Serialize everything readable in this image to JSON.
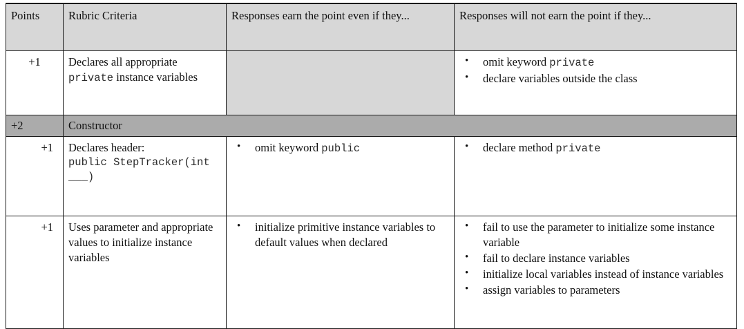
{
  "table": {
    "columns": [
      {
        "key": "points",
        "label": "Points"
      },
      {
        "key": "criteria",
        "label": "Rubric Criteria"
      },
      {
        "key": "earn",
        "label": "Responses earn the point even if they..."
      },
      {
        "key": "notearn",
        "label": "Responses will not earn the point if they..."
      }
    ],
    "rows": [
      {
        "kind": "criteria",
        "points": "+1",
        "points_align": "center",
        "criteria_lead": "Declares all appropriate ",
        "criteria_code": "private",
        "criteria_tail": " instance variables",
        "earn_shaded": true,
        "earn_bullets": [],
        "notearn_bullets": [
          {
            "text_before": "omit keyword ",
            "code": "private",
            "text_after": ""
          },
          {
            "text_before": "declare variables outside the class",
            "code": "",
            "text_after": ""
          }
        ]
      },
      {
        "kind": "section",
        "points": "+2",
        "title": "Constructor"
      },
      {
        "kind": "criteria",
        "points": "+1",
        "points_align": "right",
        "criteria_lead": "Declares header:",
        "criteria_code_block": "public StepTracker(int ___)",
        "earn_shaded": false,
        "earn_bullets": [
          {
            "text_before": "omit keyword ",
            "code": "public",
            "text_after": ""
          }
        ],
        "notearn_bullets": [
          {
            "text_before": "declare method ",
            "code": "private",
            "text_after": ""
          }
        ]
      },
      {
        "kind": "criteria",
        "points": "+1",
        "points_align": "right",
        "criteria_lead": "Uses parameter and appropriate values to initialize instance variables",
        "earn_shaded": false,
        "earn_bullets": [
          {
            "text_before": "initialize primitive instance variables to default values when declared",
            "code": "",
            "text_after": ""
          }
        ],
        "notearn_bullets": [
          {
            "text_before": "fail to use the parameter to initialize some instance variable",
            "code": "",
            "text_after": ""
          },
          {
            "text_before": "fail to declare instance variables",
            "code": "",
            "text_after": ""
          },
          {
            "text_before": "initialize local variables instead of instance variables",
            "code": "",
            "text_after": ""
          },
          {
            "text_before": "assign variables to parameters",
            "code": "",
            "text_after": ""
          }
        ]
      }
    ]
  },
  "colors": {
    "header_fill": "#d7d7d7",
    "section_fill": "#ababab",
    "border": "#1a1a1a",
    "code_text": "#2b2b2b",
    "page_background": "#ffffff"
  }
}
